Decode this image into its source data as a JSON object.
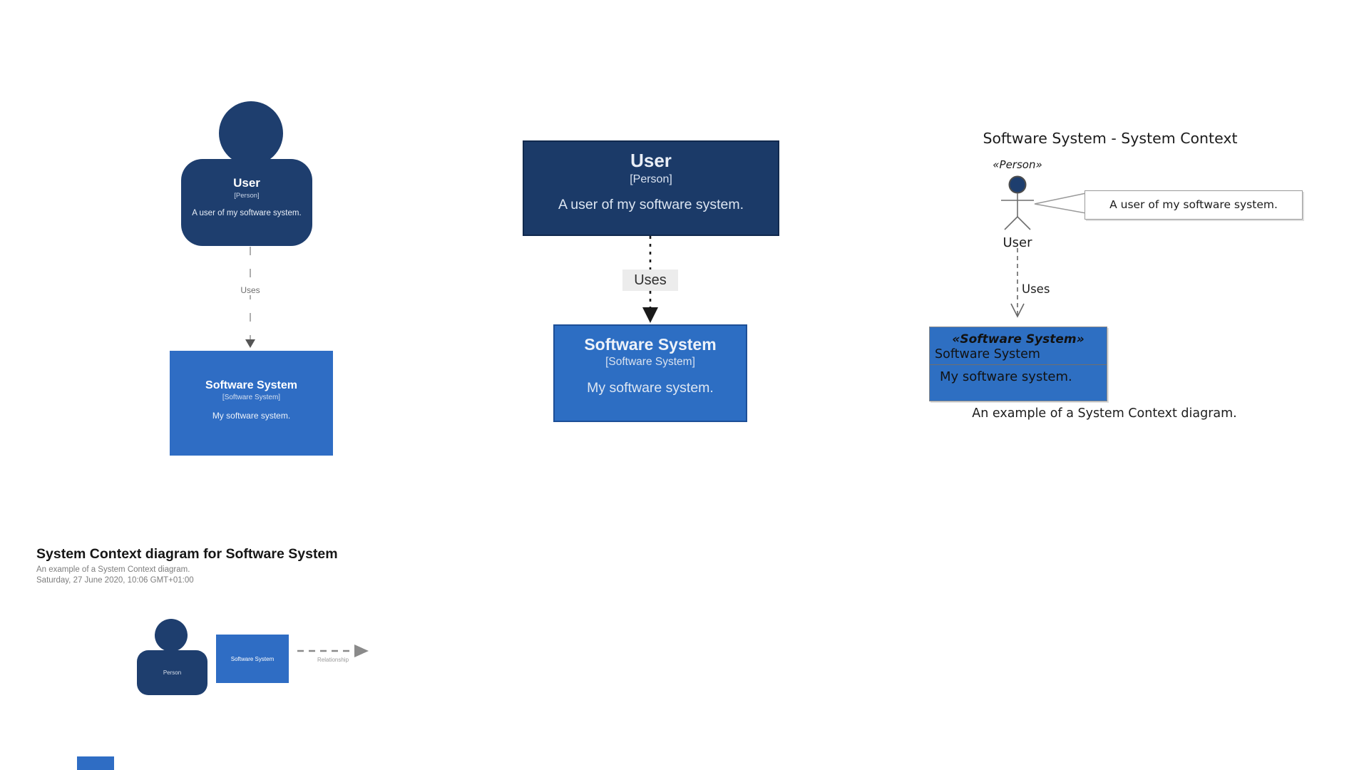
{
  "colors": {
    "person_fill": "#1E3E6E",
    "system_fill": "#2F6DC4",
    "mermaid_person_fill": "#1B3A68",
    "mermaid_person_border": "#11294E",
    "mermaid_system_fill": "#2D6EC3",
    "mermaid_system_border": "#1D4F97",
    "plantuml_system_fill": "#2E6FC2",
    "plantuml_border": "#8A8A8A",
    "connector_gray": "#999999",
    "connector_black": "#1A1A1A"
  },
  "structurizr": {
    "person": {
      "name": "User",
      "meta": "[Person]",
      "description": "A user of my software system."
    },
    "uses_label": "Uses",
    "system": {
      "name": "Software System",
      "meta": "[Software System]",
      "description": "My software system."
    }
  },
  "mermaid": {
    "person": {
      "name": "User",
      "meta": "[Person]",
      "description": "A user of my software system."
    },
    "uses_label": "Uses",
    "system": {
      "name": "Software System",
      "meta": "[Software System]",
      "description": "My software system."
    }
  },
  "plantuml": {
    "title": "Software System - System Context",
    "person_stereotype": "«Person»",
    "person_name": "User",
    "note_text": "A user of my software system.",
    "uses_label": "Uses",
    "system_stereotype": "«Software System»",
    "system_name": "Software System",
    "system_description": "My software system.",
    "caption": "An example of a System Context diagram."
  },
  "metadata": {
    "title": "System Context diagram for Software System",
    "description": "An example of a System Context diagram.",
    "timestamp": "Saturday, 27 June 2020, 10:06 GMT+01:00"
  },
  "legend": {
    "person_label": "Person",
    "system_label": "Software System",
    "relationship_label": "Relationship"
  }
}
